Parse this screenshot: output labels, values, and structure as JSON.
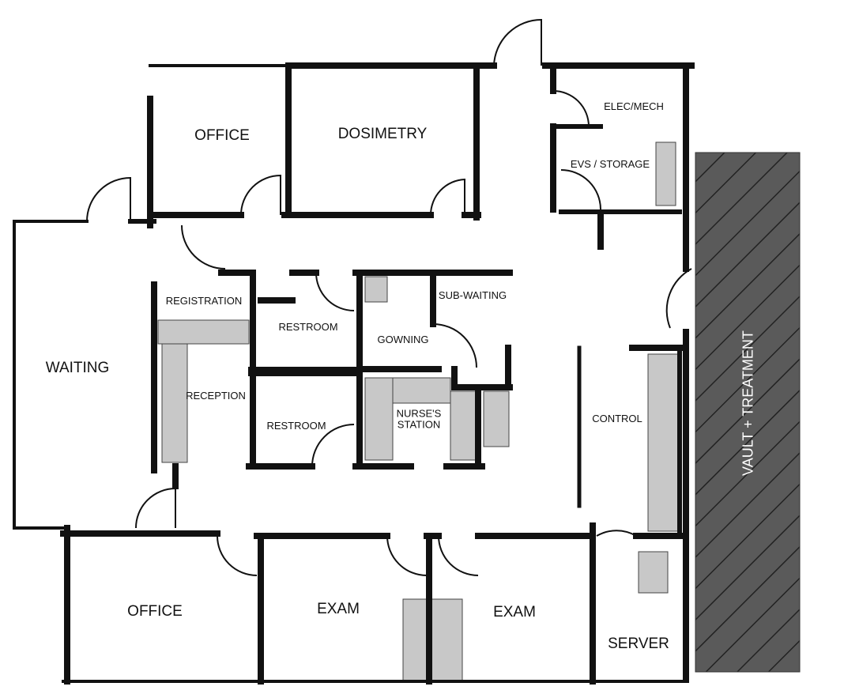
{
  "rooms": {
    "office_top": "OFFICE",
    "dosimetry": "DOSIMETRY",
    "elec_mech": "ELEC/MECH",
    "evs_storage": "EVS / STORAGE",
    "waiting": "WAITING",
    "registration": "REGISTRATION",
    "restroom_upper": "RESTROOM",
    "gowning": "GOWNING",
    "sub_waiting": "SUB-WAITING",
    "reception": "RECEPTION",
    "restroom_lower": "RESTROOM",
    "nurses_station": "NURSE'S STATION",
    "control": "CONTROL",
    "vault_treatment": "VAULT + TREATMENT",
    "office_bottom": "OFFICE",
    "exam_left": "EXAM",
    "exam_right": "EXAM",
    "server": "SERVER"
  },
  "colors": {
    "wall": "#111111",
    "fixture": "#c8c8c8",
    "vault": "#5a5a5a"
  }
}
